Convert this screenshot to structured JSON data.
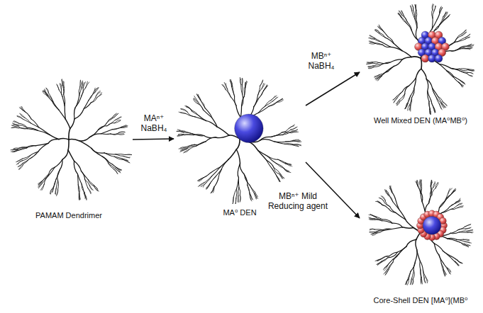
{
  "diagram": {
    "nodes": [
      {
        "text": [
          "PAMAM Dendrimer"
        ]
      },
      {
        "text": [
          "MA⁰ DEN"
        ]
      },
      {
        "text": [
          "Well Mixed DEN (MA⁰MB⁰)"
        ]
      },
      {
        "text": [
          "Core-Shell DEN [MA⁰](MB⁰"
        ]
      }
    ],
    "edges": [
      {
        "from": 0,
        "to": 1,
        "arrow": "to",
        "label": "MAⁿ⁺ NaBH₄"
      },
      {
        "from": 1,
        "to": 2,
        "arrow": "to",
        "label": "MBⁿ⁺ NaBH₄"
      },
      {
        "from": 1,
        "to": 3,
        "arrow": "to",
        "label": "MBⁿ⁺ Mild Reducing agent"
      }
    ]
  }
}
